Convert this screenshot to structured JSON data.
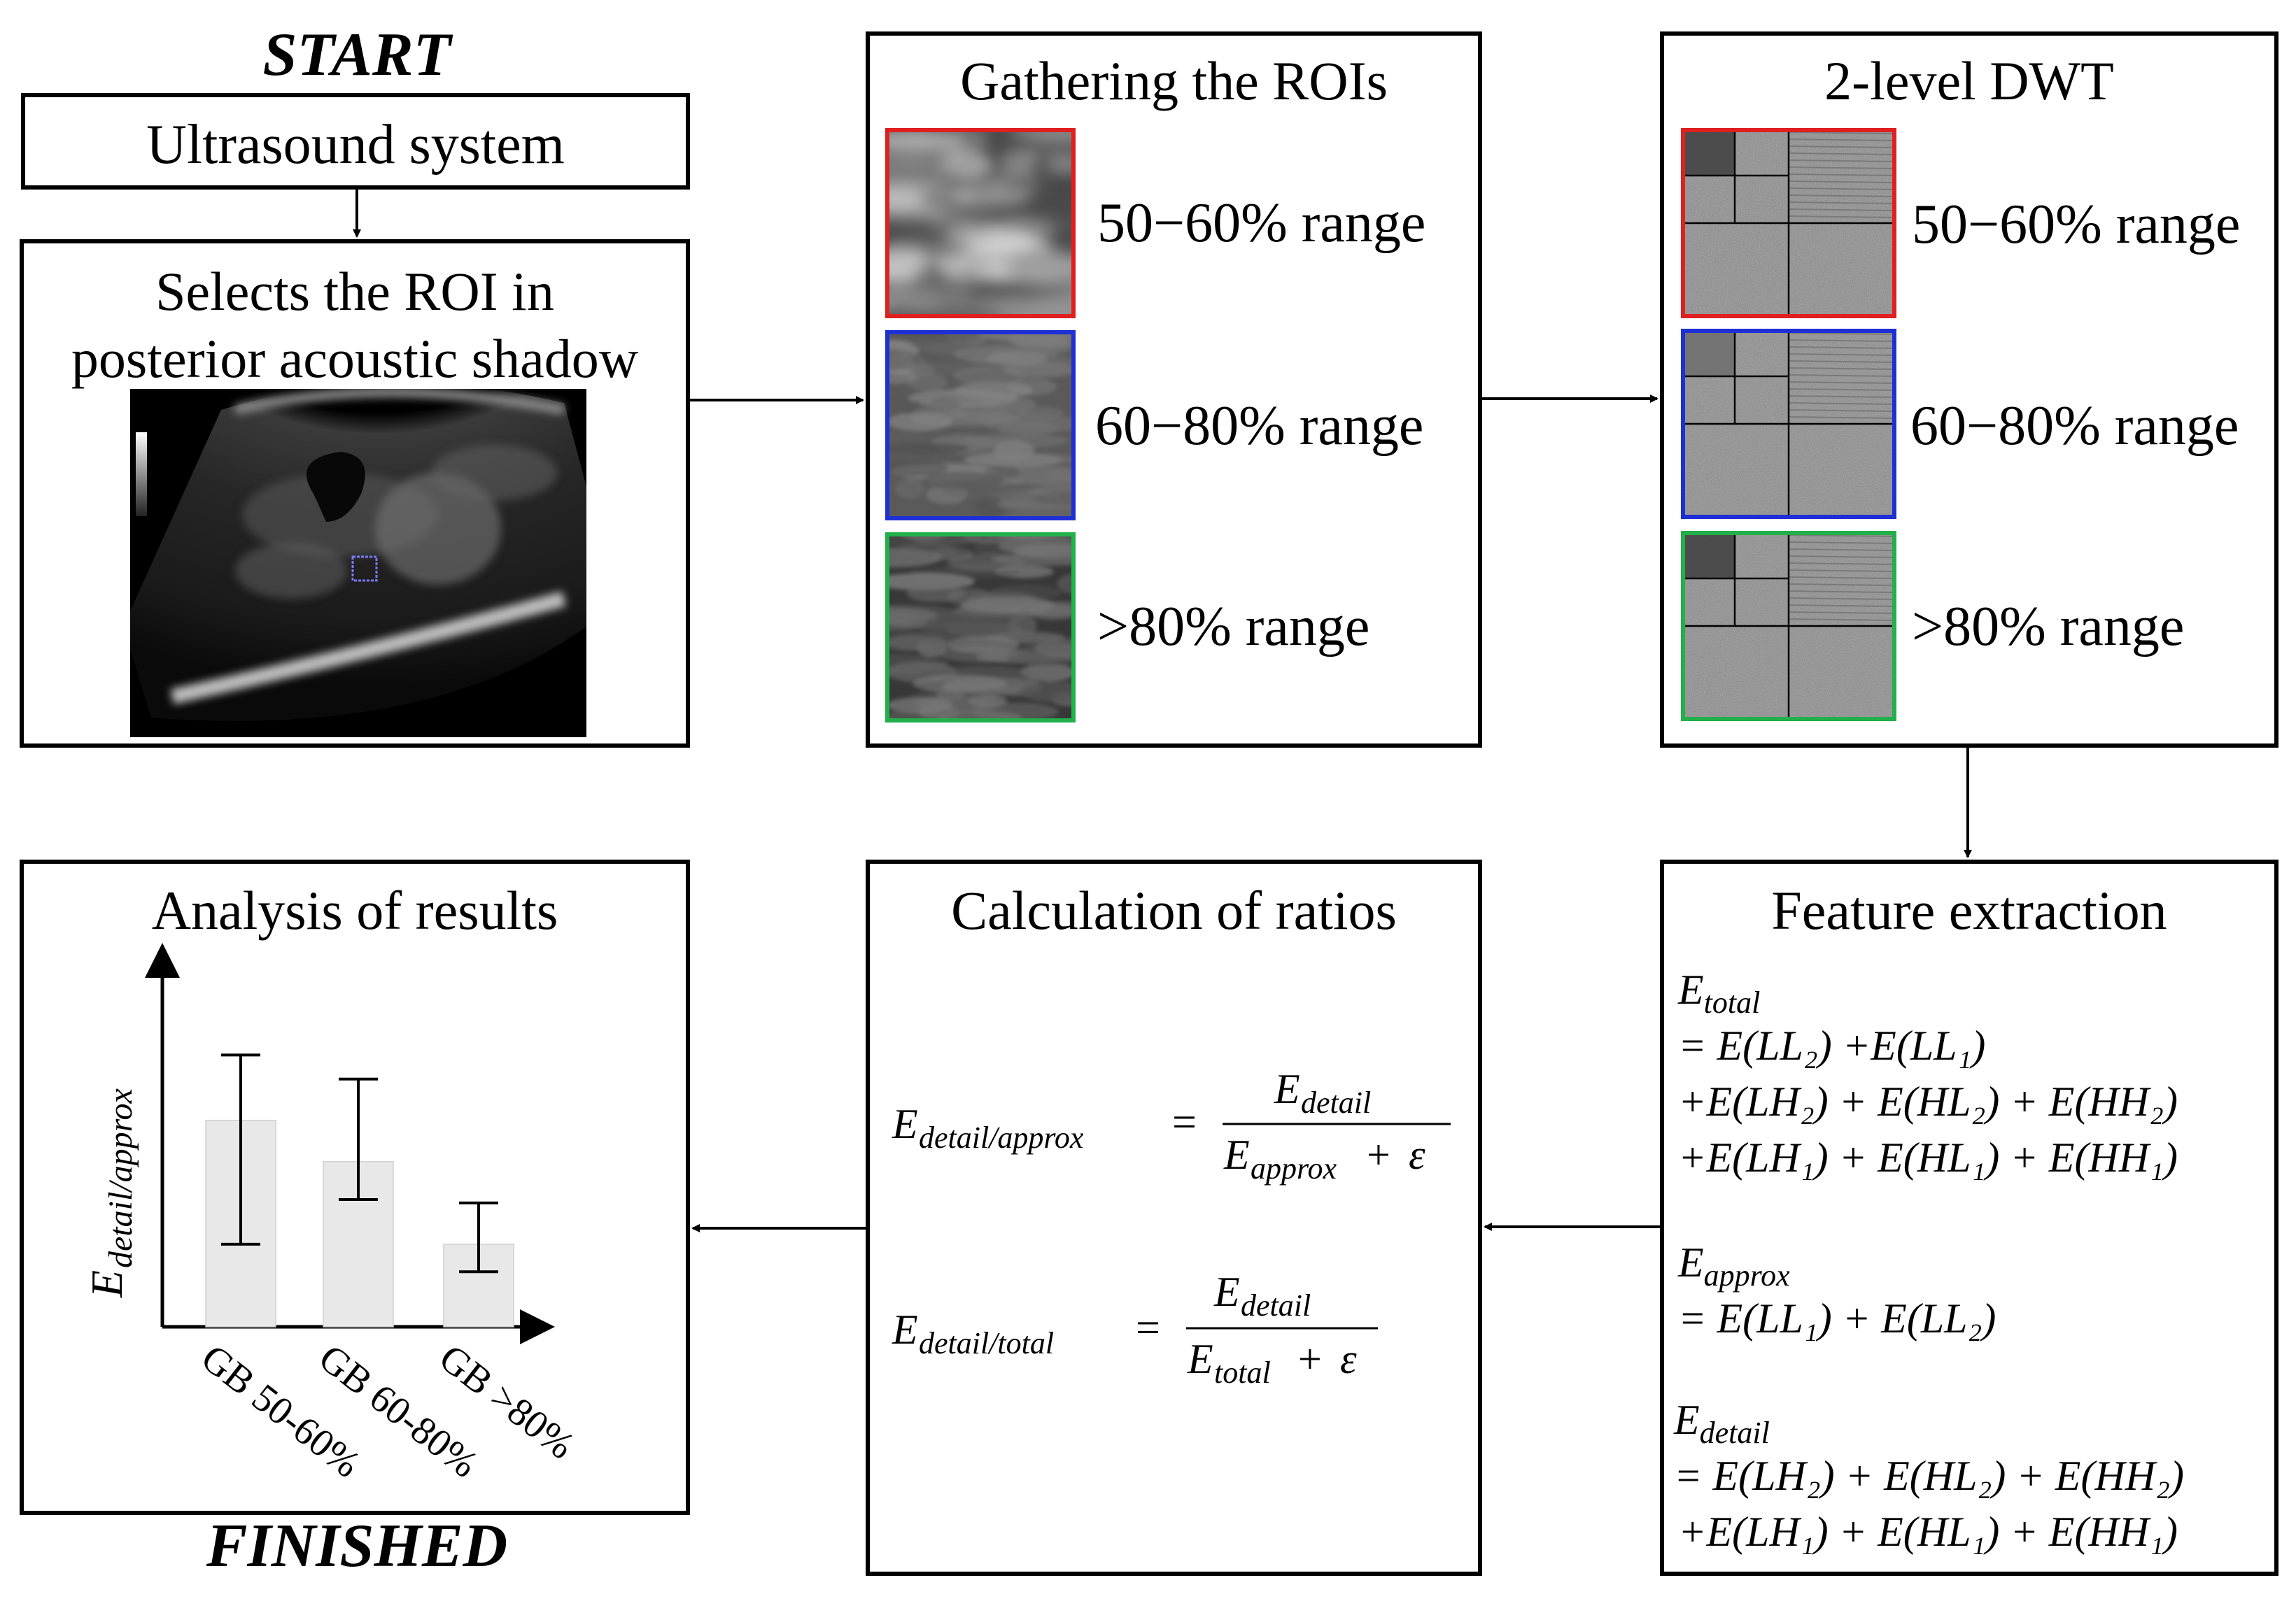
{
  "start_label": "START",
  "finished_label": "FINISHED",
  "ultrasound": {
    "title": "Ultrasound system"
  },
  "select_roi": {
    "line1": "Selects the ROI in",
    "line2": "posterior acoustic shadow"
  },
  "gathering": {
    "title": "Gathering the ROIs",
    "rows": [
      {
        "label": "50−60% range",
        "color": "#e02020"
      },
      {
        "label": "60−80% range",
        "color": "#1f2fd6"
      },
      {
        "label": ">80% range",
        "color": "#22b04a"
      }
    ]
  },
  "dwt": {
    "title": "2-level DWT",
    "rows": [
      {
        "label": "50−60% range",
        "color": "#e02020"
      },
      {
        "label": "60−80% range",
        "color": "#1f2fd6"
      },
      {
        "label": ">80% range",
        "color": "#22b04a"
      }
    ]
  },
  "feature": {
    "title": "Feature extraction",
    "e_total": "E",
    "e_total_sub": "total",
    "total_line1": "= E(LL₂) +E(LL₁)",
    "total_line2": "+E(LH₂) + E(HL₂) + E(HH₂)",
    "total_line3": "+E(LH₁) + E(HL₁) + E(HH₁)",
    "e_approx": "E",
    "e_approx_sub": "approx",
    "approx_line1": "= E(LL₁) + E(LL₂)",
    "e_detail": "E",
    "e_detail_sub": "detail",
    "detail_line1": "= E(LH₂) + E(HL₂) + E(HH₂)",
    "detail_line2": "+E(LH₁) + E(HL₁) + E(HH₁)"
  },
  "ratios": {
    "title": "Calculation of ratios",
    "r1_lhs_sub": "detail/approx",
    "r1_num_sub": "detail",
    "r1_den_sub": "approx",
    "r2_lhs_sub": "detail/total",
    "r2_num_sub": "detail",
    "r2_den_sub": "total",
    "epsilon": "ε"
  },
  "analysis": {
    "title": "Analysis of results",
    "ylabel_main": "E",
    "ylabel_sub": "detail/approx",
    "chart_data": {
      "type": "bar",
      "categories": [
        "GB 50-60%",
        "GB 60-80%",
        "GB >80%"
      ],
      "values": [
        0.6,
        0.48,
        0.24
      ],
      "error_low": [
        0.24,
        0.37,
        0.16
      ],
      "error_high": [
        0.79,
        0.72,
        0.36
      ],
      "ylim": [
        0,
        1
      ],
      "xlabel": "",
      "ylabel": "E detail/approx",
      "bar_color": "#e8e8e8"
    }
  }
}
